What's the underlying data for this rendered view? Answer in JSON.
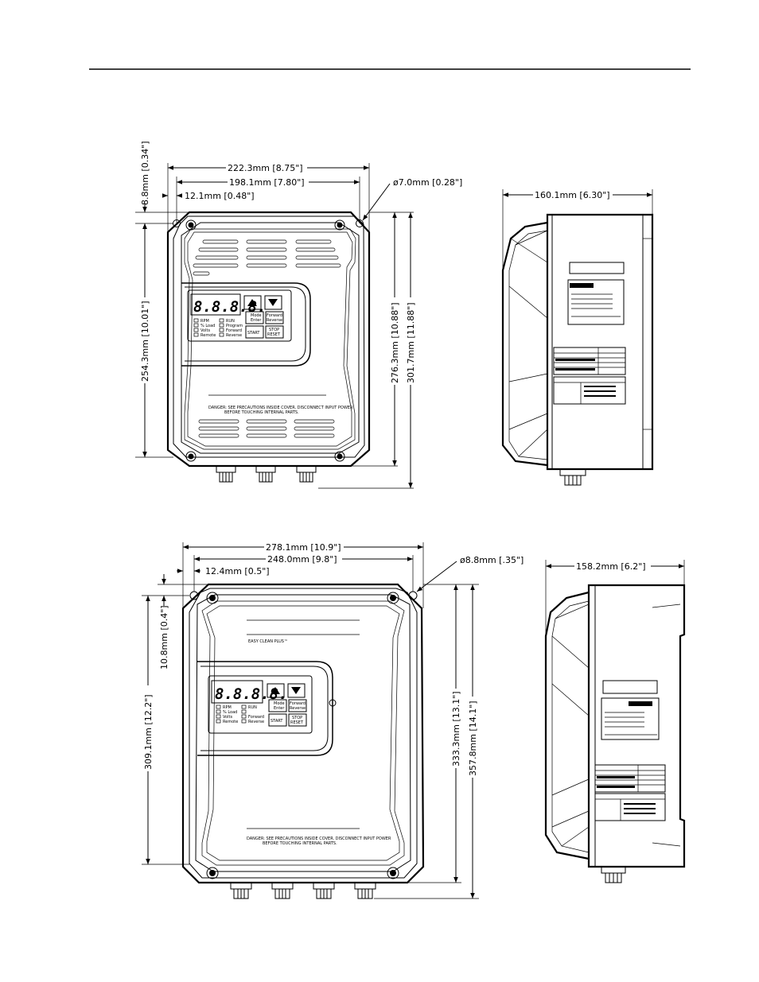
{
  "top_view": {
    "front": {
      "dims": {
        "overall_width": "222.3mm  [8.75\"]",
        "hole_spacing": "198.1mm  [7.80\"]",
        "hole_offset": "12.1mm  [0.48\"]",
        "hole_diameter": "ø7.0mm  [0.28\"]",
        "top_offset": "8.8mm  [0.34\"]",
        "hole_height": "254.3mm  [10.01\"]",
        "body_height": "276.3mm  [10.88\"]",
        "overall_height": "301.7mm  [11.88\"]"
      },
      "keypad": {
        "display": "8.8.8.8.",
        "leds_left": [
          "RPM",
          "% Load",
          "Volts",
          "Remote"
        ],
        "leds_right": [
          "RUN",
          "Program",
          "Forward",
          "Reverse"
        ],
        "btn_mode": [
          "Mode",
          "Enter"
        ],
        "btn_dir": [
          "Forward",
          "Reverse"
        ],
        "btn_start": "START",
        "btn_stop": [
          "STOP",
          "RESET"
        ]
      },
      "warning": [
        "DANGER: SEE PRECAUTIONS INSIDE COVER. DISCONNECT INPUT POWER",
        "BEFORE TOUCHING INTERNAL PARTS."
      ]
    },
    "side": {
      "dims": {
        "depth": "160.1mm  [6.30\"]"
      }
    }
  },
  "bottom_view": {
    "front": {
      "dims": {
        "overall_width": "278.1mm  [10.9\"]",
        "hole_spacing": "248.0mm  [9.8\"]",
        "hole_offset": "12.4mm  [0.5\"]",
        "hole_diameter": "ø8.8mm  [.35\"]",
        "top_offset": "10.8mm  [0.4\"]",
        "hole_height": "309.1mm  [12.2\"]",
        "body_height": "333.3mm  [13.1\"]",
        "overall_height": "357.8mm  [14.1\"]"
      },
      "label": "EASY CLEAN PLUS™",
      "keypad": {
        "display": "8.8.8.8.",
        "leds_left": [
          "RPM",
          "% Load",
          "Volts",
          "Remote"
        ],
        "leds_right": [
          "RUN",
          "",
          "Forward",
          "Reverse"
        ],
        "btn_mode": [
          "Mode",
          "Enter"
        ],
        "btn_dir": [
          "Forward",
          "Reverse"
        ],
        "btn_start": "START",
        "btn_stop": [
          "STOP",
          "RESET"
        ]
      },
      "warning": [
        "DANGER: SEE PRECAUTIONS INSIDE COVER. DISCONNECT INPUT POWER",
        "BEFORE TOUCHING INTERNAL PARTS."
      ]
    },
    "side": {
      "dims": {
        "depth": "158.2mm  [6.2\"]"
      }
    }
  }
}
